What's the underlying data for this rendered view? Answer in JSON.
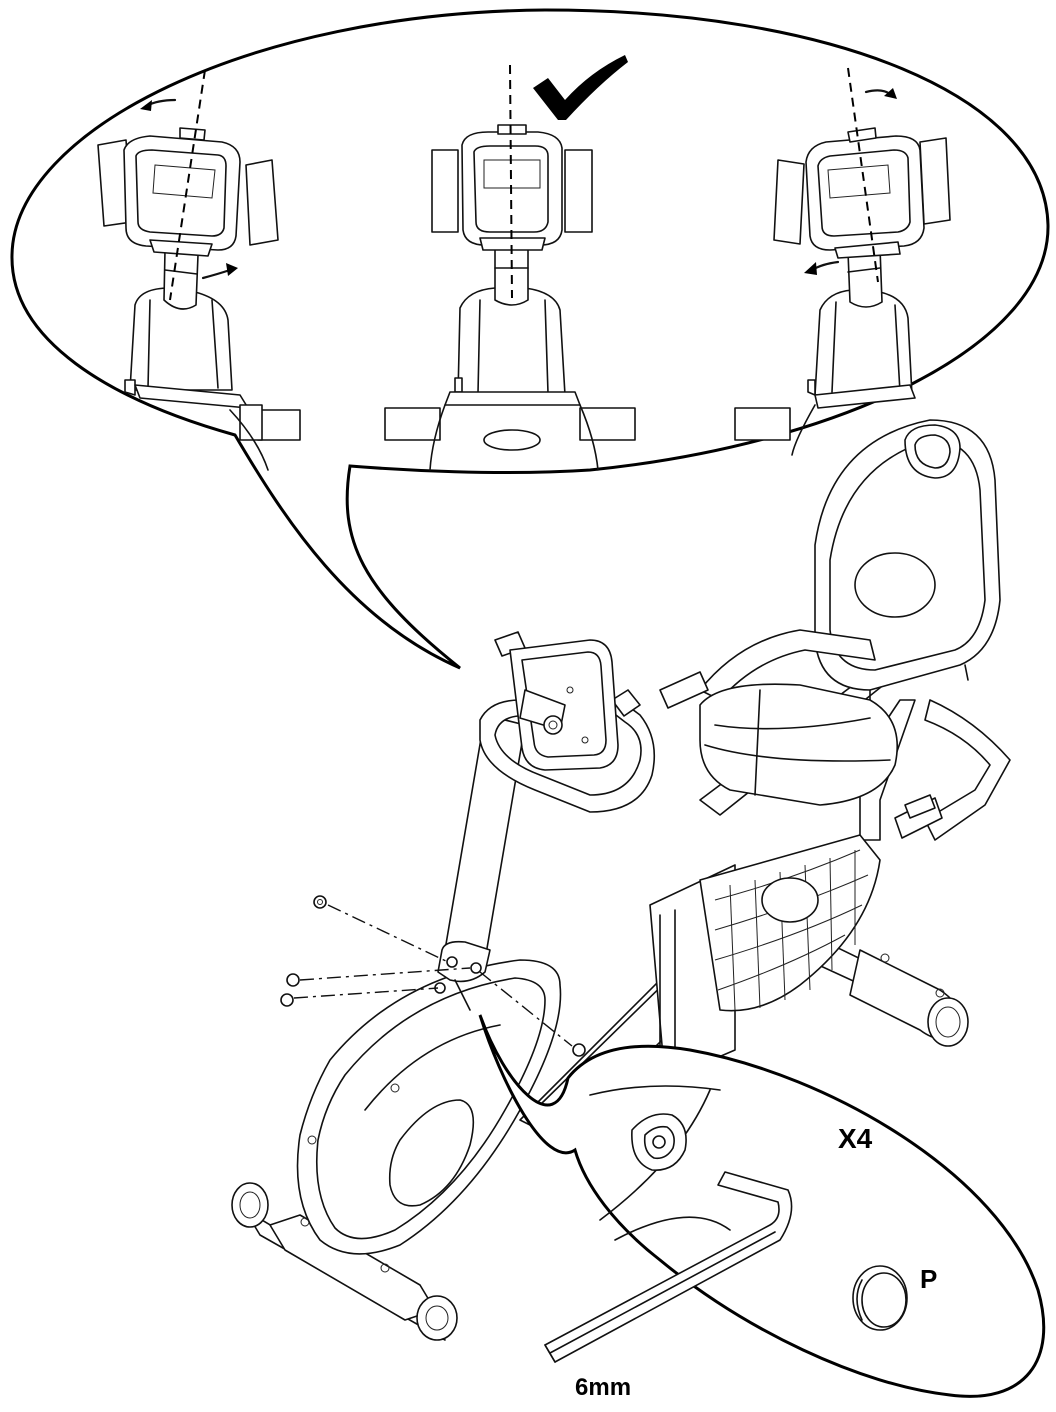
{
  "labels": {
    "quantity": "X4",
    "part_letter": "P",
    "tool_size": "6mm"
  },
  "colors": {
    "ink": "#000000",
    "paper": "#ffffff"
  },
  "icons": [
    "checkmark-icon",
    "rotate-left-arrow-icon",
    "rotate-right-arrow-icon",
    "allen-key-icon",
    "end-cap-icon"
  ]
}
